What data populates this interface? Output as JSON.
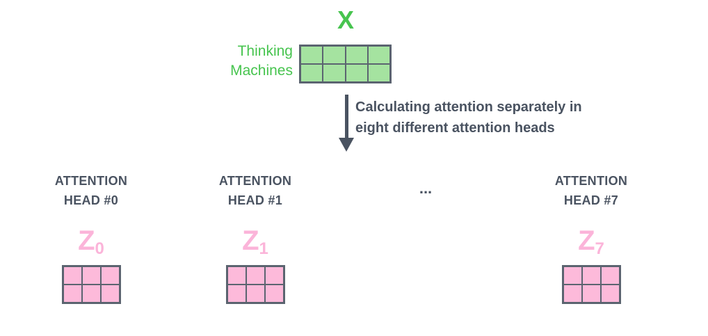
{
  "colors": {
    "green": "#47C44F",
    "green_fill": "#A5E3A0",
    "pink": "#FBB4D9",
    "pink_fill": "#FDBADA",
    "border": "#5B6470",
    "slate": "#4A5361",
    "background": "#FFFFFF"
  },
  "input": {
    "label": "X",
    "words": [
      "Thinking",
      "Machines"
    ],
    "words_text": "Thinking\nMachines",
    "matrix": {
      "rows": 2,
      "cols": 4,
      "fill": "#A5E3A0",
      "border": "#5B6470"
    }
  },
  "arrow": {
    "caption": "Calculating attention separately in\neight different attention heads"
  },
  "heads": [
    {
      "title": "ATTENTION\nHEAD #0",
      "z_base": "Z",
      "z_sub": "0",
      "matrix": {
        "rows": 2,
        "cols": 3,
        "fill": "#FDBADA",
        "border": "#5B6470"
      }
    },
    {
      "title": "ATTENTION\nHEAD #1",
      "z_base": "Z",
      "z_sub": "1",
      "matrix": {
        "rows": 2,
        "cols": 3,
        "fill": "#FDBADA",
        "border": "#5B6470"
      }
    },
    {
      "title": "ATTENTION\nHEAD #7",
      "z_base": "Z",
      "z_sub": "7",
      "matrix": {
        "rows": 2,
        "cols": 3,
        "fill": "#FDBADA",
        "border": "#5B6470"
      }
    }
  ],
  "ellipsis": "..."
}
